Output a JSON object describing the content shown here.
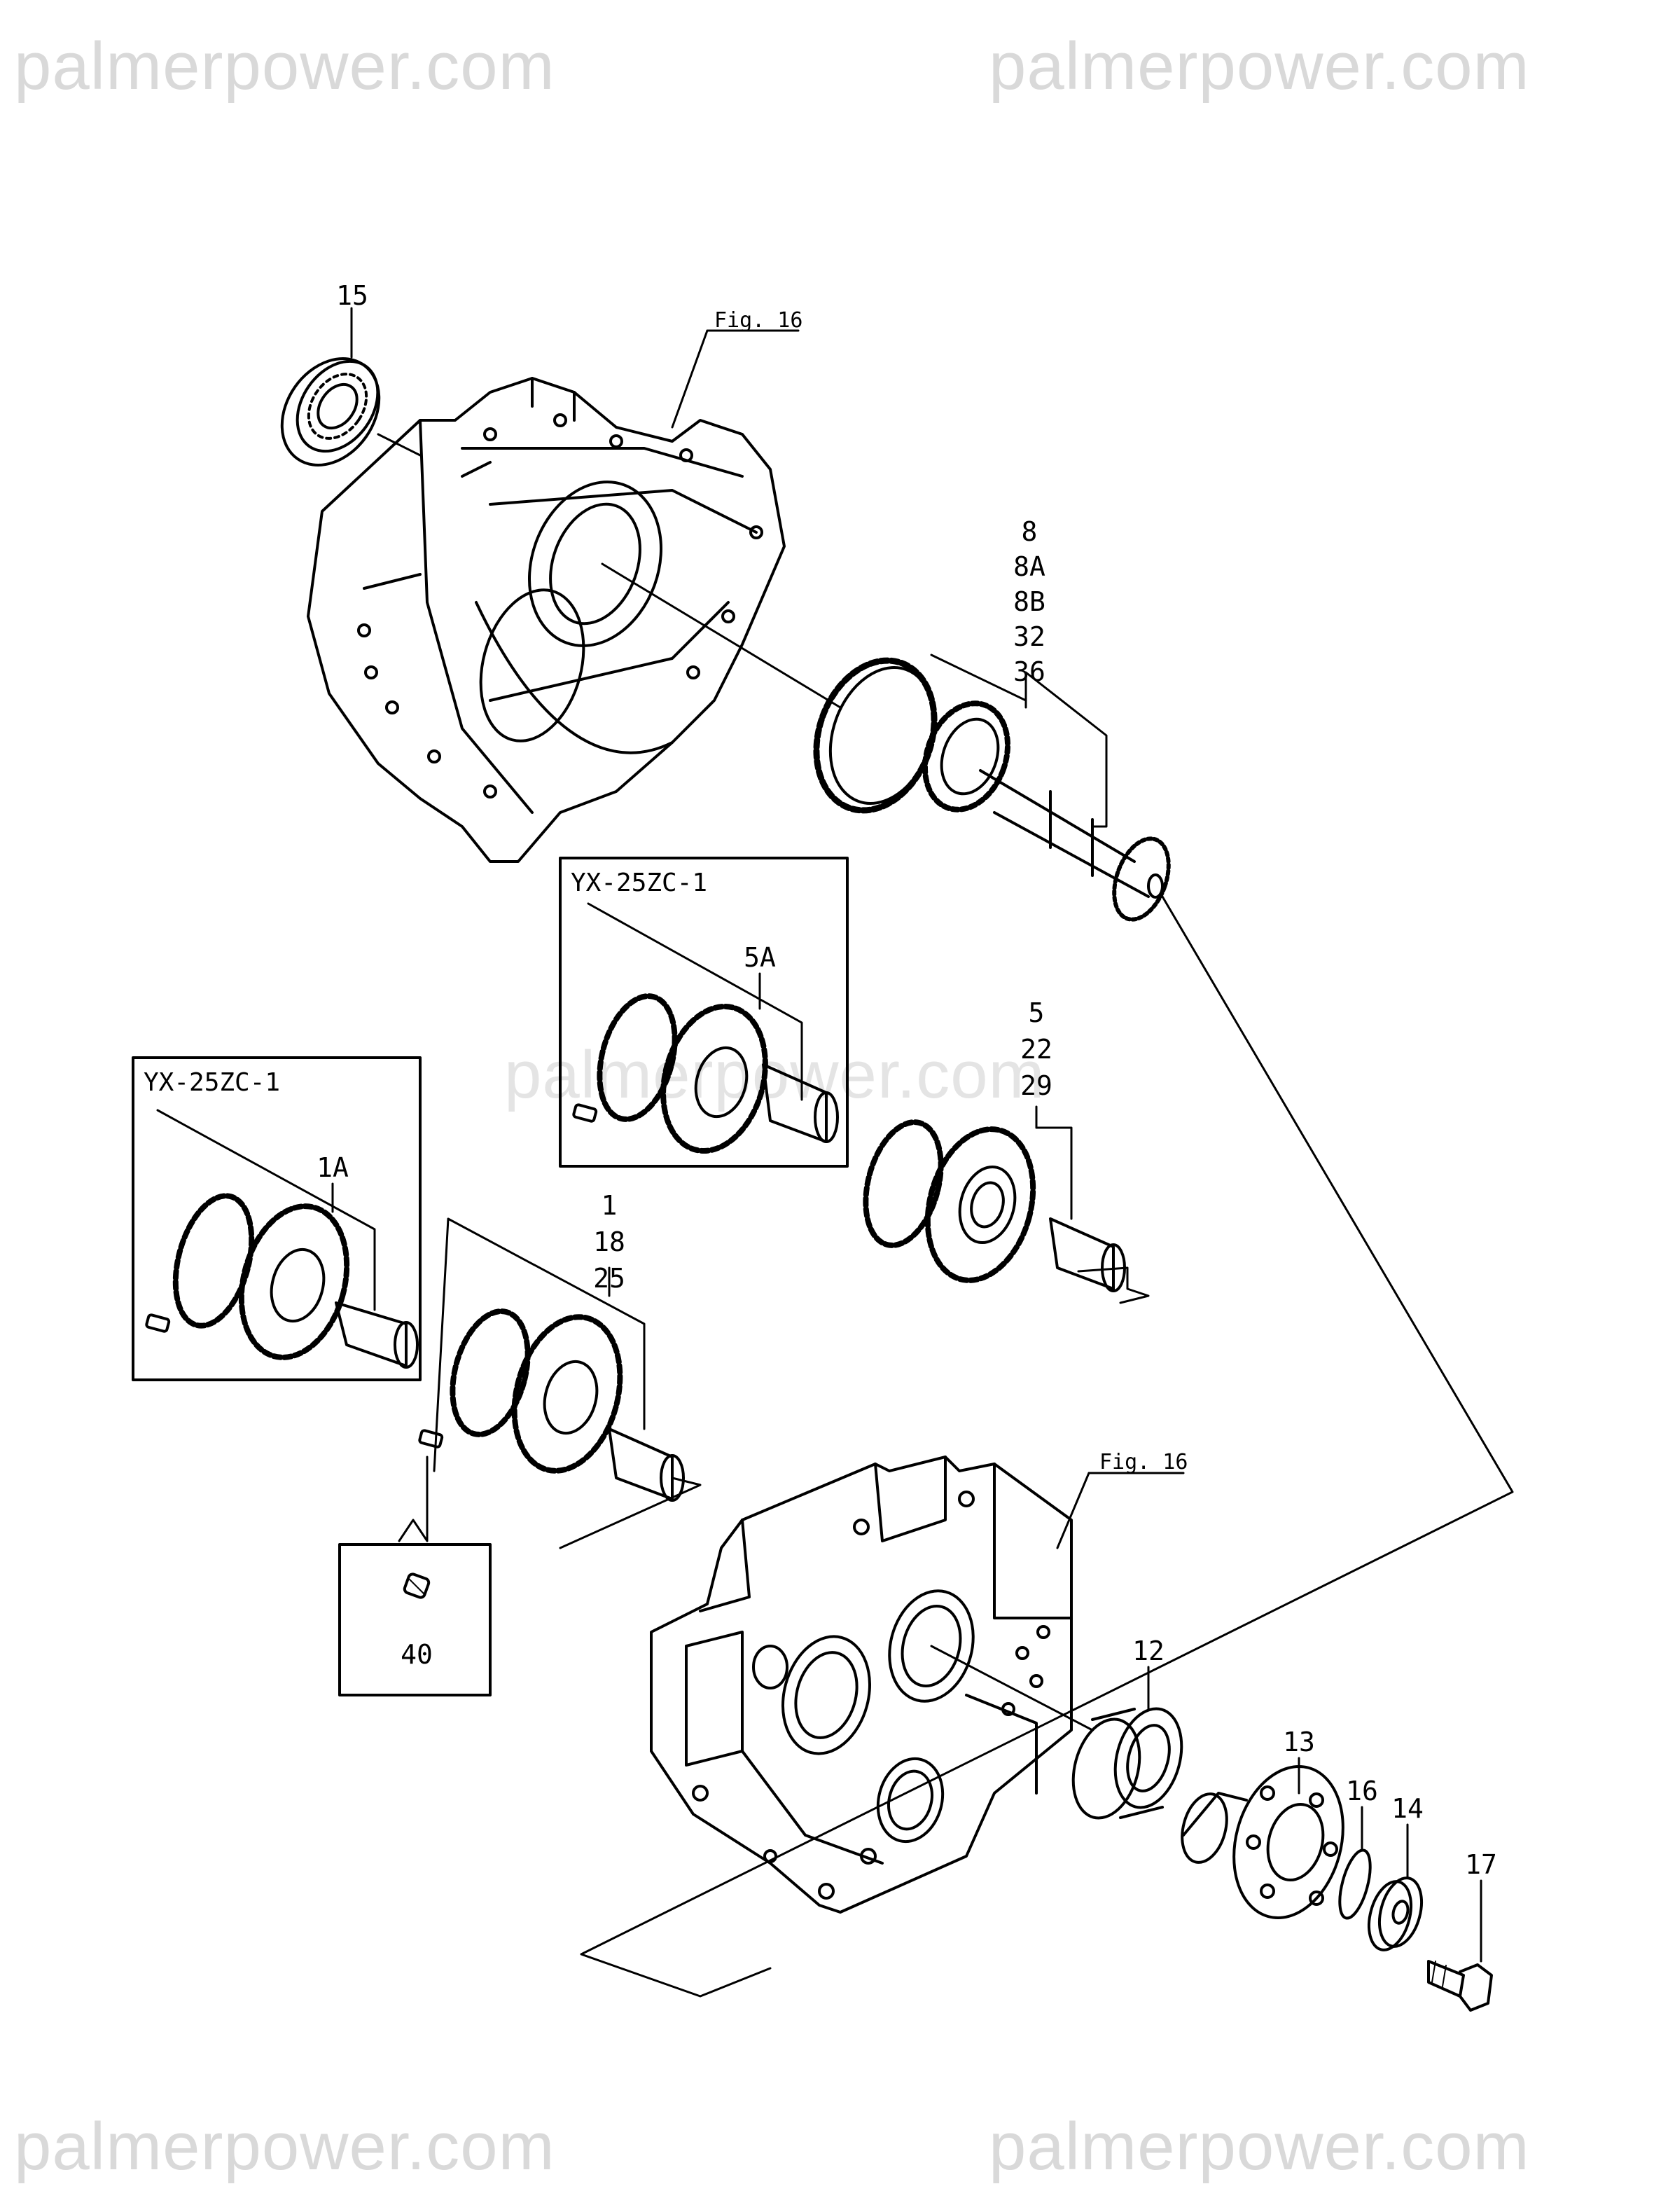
{
  "watermark": {
    "top_left": "palmerpower.com",
    "top_right": "palmerpower.com",
    "center": "palmerpower.com",
    "bottom_left": "palmerpower.com",
    "bottom_right": "palmerpower.com"
  },
  "references": {
    "fig_top": "Fig. 16",
    "fig_bottom": "Fig. 16"
  },
  "variant_boxes": {
    "box_5a_title": "YX-25ZC-1",
    "box_1a_title": "YX-25ZC-1"
  },
  "callouts": {
    "bearing_top": "15",
    "shaft_group": [
      "8",
      "8A",
      "8B",
      "32",
      "36"
    ],
    "gear_5a": "5A",
    "gear_5_group": [
      "5",
      "22",
      "29"
    ],
    "gear_1a": "1A",
    "gear_1_group": [
      "1",
      "18",
      "25"
    ],
    "pin_detail": "40",
    "bearing_12": "12",
    "flange_13": "13",
    "oring_16": "16",
    "washer_14": "14",
    "bolt_17": "17"
  }
}
